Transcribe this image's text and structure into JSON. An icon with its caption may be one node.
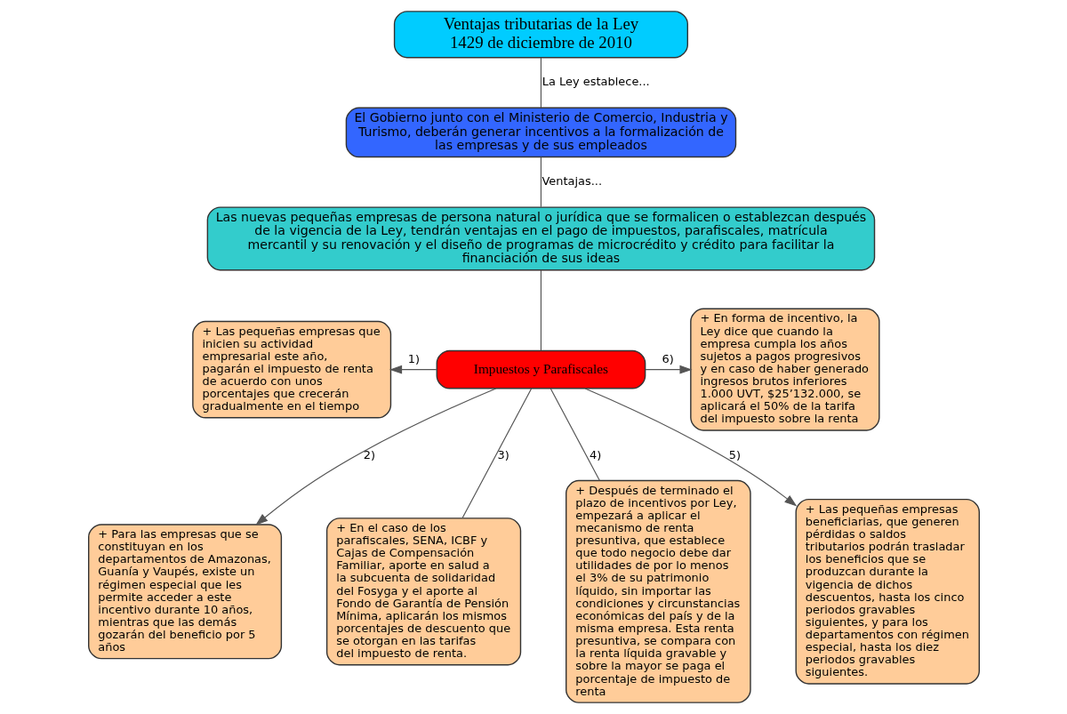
{
  "diagram": {
    "nodes": [
      {
        "text": [
          "Ventajas tributarias de la Ley 1429 de diciembre de 2010"
        ]
      },
      {
        "text": [
          "El Gobierno junto con el Ministerio de Comercio, Industria y Turismo, deberán generar incentivos a la formalización de las empresas y de sus empleados"
        ]
      },
      {
        "text": [
          "Las nuevas pequeñas empresas de persona natural o jurídica que se formalicen o establezcan después de la vigencia de la Ley, tendrán ventajas en el pago de impuestos, parafiscales, matrícula mercantil y su renovación y el diseño de programas de microcrédito y crédito para facilitar la financiación de sus ideas"
        ]
      },
      {
        "text": [
          "Impuestos y Parafiscales"
        ]
      },
      {
        "text": [
          "+ Las pequeñas empresas que inicien su actividad empresarial este año, pagarán el impuesto de renta de acuerdo con unos porcentajes que crecerán gradualmente en el tiempo"
        ]
      },
      {
        "text": [
          "+ En forma de incentivo, la Ley dice que cuando la empresa cumpla los años sujetos a pagos progresivos y en caso de haber generado ingresos brutos inferiores 1.000 UVT, $25’132.000, se aplicará el 50% de la tarifa del impuesto sobre la renta"
        ]
      },
      {
        "text": [
          "+ Para las empresas que se constituyan en los departamentos de Amazonas, Guanía y Vaupés, existe un régimen especial que les permite acceder a este incentivo durante 10 años, mientras que las demás gozarán del beneficio por 5 años"
        ]
      },
      {
        "text": [
          "+ En el caso de los parafiscales, SENA, ICBF y Cajas de Compensación Familiar, aporte en salud a la subcuenta de solidaridad del Fosyga y el aporte al Fondo de Garantía de Pensión Mínima, aplicarán los mismos porcentajes de descuento que se otorgan en las tarifas del impuesto de renta."
        ]
      },
      {
        "text": [
          "+ Después de terminado el plazo de incentivos por Ley, empezará a aplicar el mecanismo de renta presuntiva, que establece que todo negocio debe dar utilidades de por lo menos el 3% de su patrimonio líquido, sin importar las condiciones y circunstancias económicas del país y de la misma empresa. Esta renta presuntiva, se compara con la renta líquida gravable y sobre la mayor se paga el porcentaje de impuesto de renta"
        ]
      },
      {
        "text": [
          "+ Las pequeñas empresas beneficiarias, que generen pérdidas o saldos tributarios podrán trasladar los beneficios que se produzcan durante la vigencia de dichos descuentos, hasta los cinco periodos gravables siguientes, y para los departamentos con régimen especial, hasta los diez periodos gravables siguientes."
        ]
      }
    ],
    "edges": [
      {
        "from": 0,
        "to": 1,
        "label": "La Ley establece...",
        "arrow": "none"
      },
      {
        "from": 1,
        "to": 2,
        "label": "Ventajas...",
        "arrow": "none"
      },
      {
        "from": 2,
        "to": 3,
        "arrow": "none"
      },
      {
        "from": 3,
        "to": 4,
        "label": "1)",
        "arrow": "to"
      },
      {
        "from": 3,
        "to": 6,
        "label": "2)",
        "arrow": "to"
      },
      {
        "from": 3,
        "to": 7,
        "label": "3)",
        "arrow": "none"
      },
      {
        "from": 3,
        "to": 8,
        "label": "4)",
        "arrow": "none"
      },
      {
        "from": 3,
        "to": 9,
        "label": "5)",
        "arrow": "to"
      },
      {
        "from": 3,
        "to": 5,
        "label": "6)",
        "arrow": "to"
      }
    ]
  }
}
